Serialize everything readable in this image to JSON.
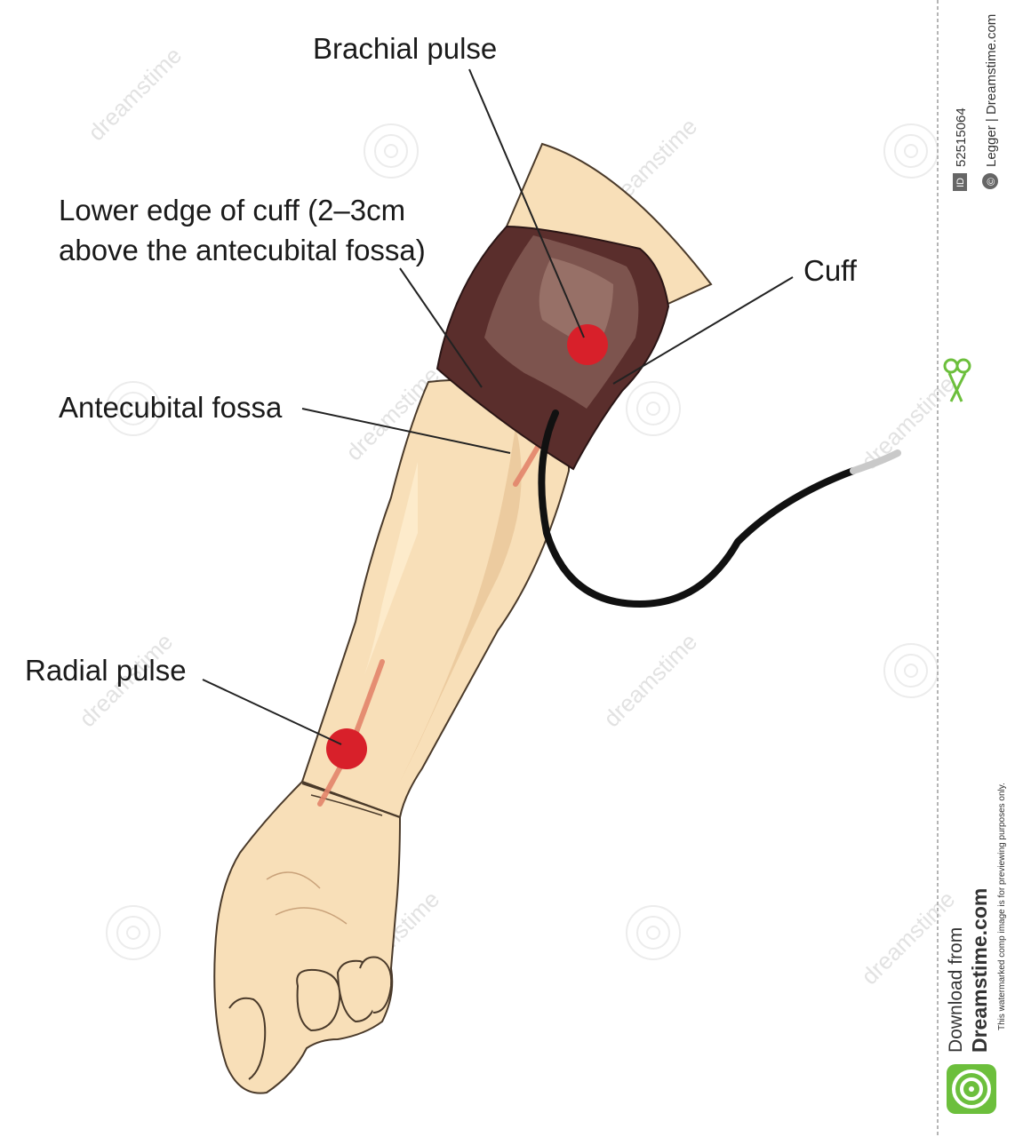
{
  "labels": {
    "brachial_pulse": "Brachial pulse",
    "lower_edge_line1": "Lower edge of cuff (2–3cm",
    "lower_edge_line2": "above the antecubital fossa)",
    "cuff": "Cuff",
    "antecubital_fossa": "Antecubital fossa",
    "radial_pulse": "Radial pulse"
  },
  "sidebar": {
    "id_badge": "ID",
    "image_id": "52515064",
    "copyright_symbol": "©",
    "credit": "Legger | Dreamstime.com",
    "download_from": "Download from",
    "site": "Dreamstime.com",
    "disclaimer": "This watermarked comp image is for previewing purposes only."
  },
  "watermark": {
    "text": "dreamstime"
  },
  "colors": {
    "skin": "#f8dfb8",
    "skin_shadow": "#e9c598",
    "outline": "#4a3a2a",
    "cuff": "#5a2e2c",
    "cuff_highlight": "#8a625a",
    "artery": "#e2846a",
    "pulse_point": "#d8202a",
    "tube": "#111111",
    "leader_line": "#222222",
    "brand_green": "#6cbf3c"
  }
}
